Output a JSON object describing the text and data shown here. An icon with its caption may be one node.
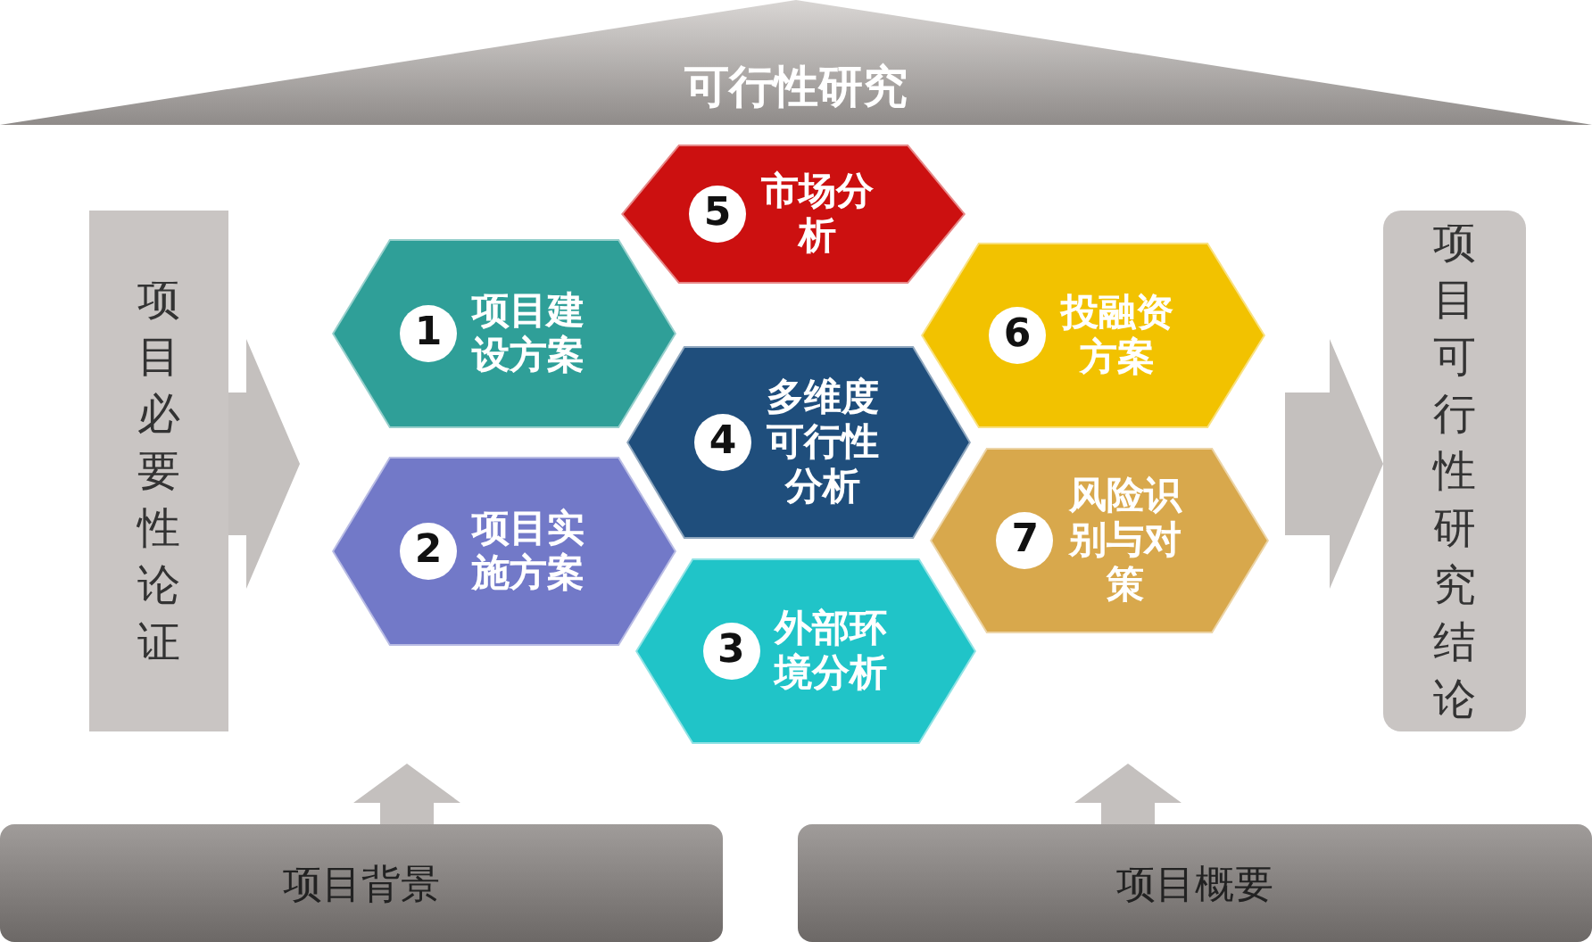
{
  "diagram": {
    "nodes": [
      {
        "text": [
          "可行性研究"
        ]
      },
      {
        "text": [
          "项目必要性论证"
        ]
      },
      {
        "text": [
          "1",
          "项目建设方案"
        ]
      },
      {
        "text": [
          "2",
          "项目实施方案"
        ]
      },
      {
        "text": [
          "5",
          "市场分析"
        ]
      },
      {
        "text": [
          "4",
          "多维度可行性分析"
        ]
      },
      {
        "text": [
          "3",
          "外部环境分析"
        ]
      },
      {
        "text": [
          "6",
          "投融资方案"
        ]
      },
      {
        "text": [
          "7",
          "风险识别与对策"
        ]
      },
      {
        "text": [
          "项目可行性研究结论"
        ]
      },
      {
        "text": [
          "项目背景"
        ]
      },
      {
        "text": [
          "项目概要"
        ]
      }
    ],
    "edges": [
      {
        "from": 1,
        "to": null,
        "arrow": "to",
        "style": "thick"
      },
      {
        "from": null,
        "to": 9,
        "arrow": "to",
        "style": "thick"
      },
      {
        "from": 10,
        "to": null,
        "arrow": "to",
        "style": "thick"
      },
      {
        "from": 11,
        "to": null,
        "arrow": "to",
        "style": "thick"
      }
    ]
  }
}
